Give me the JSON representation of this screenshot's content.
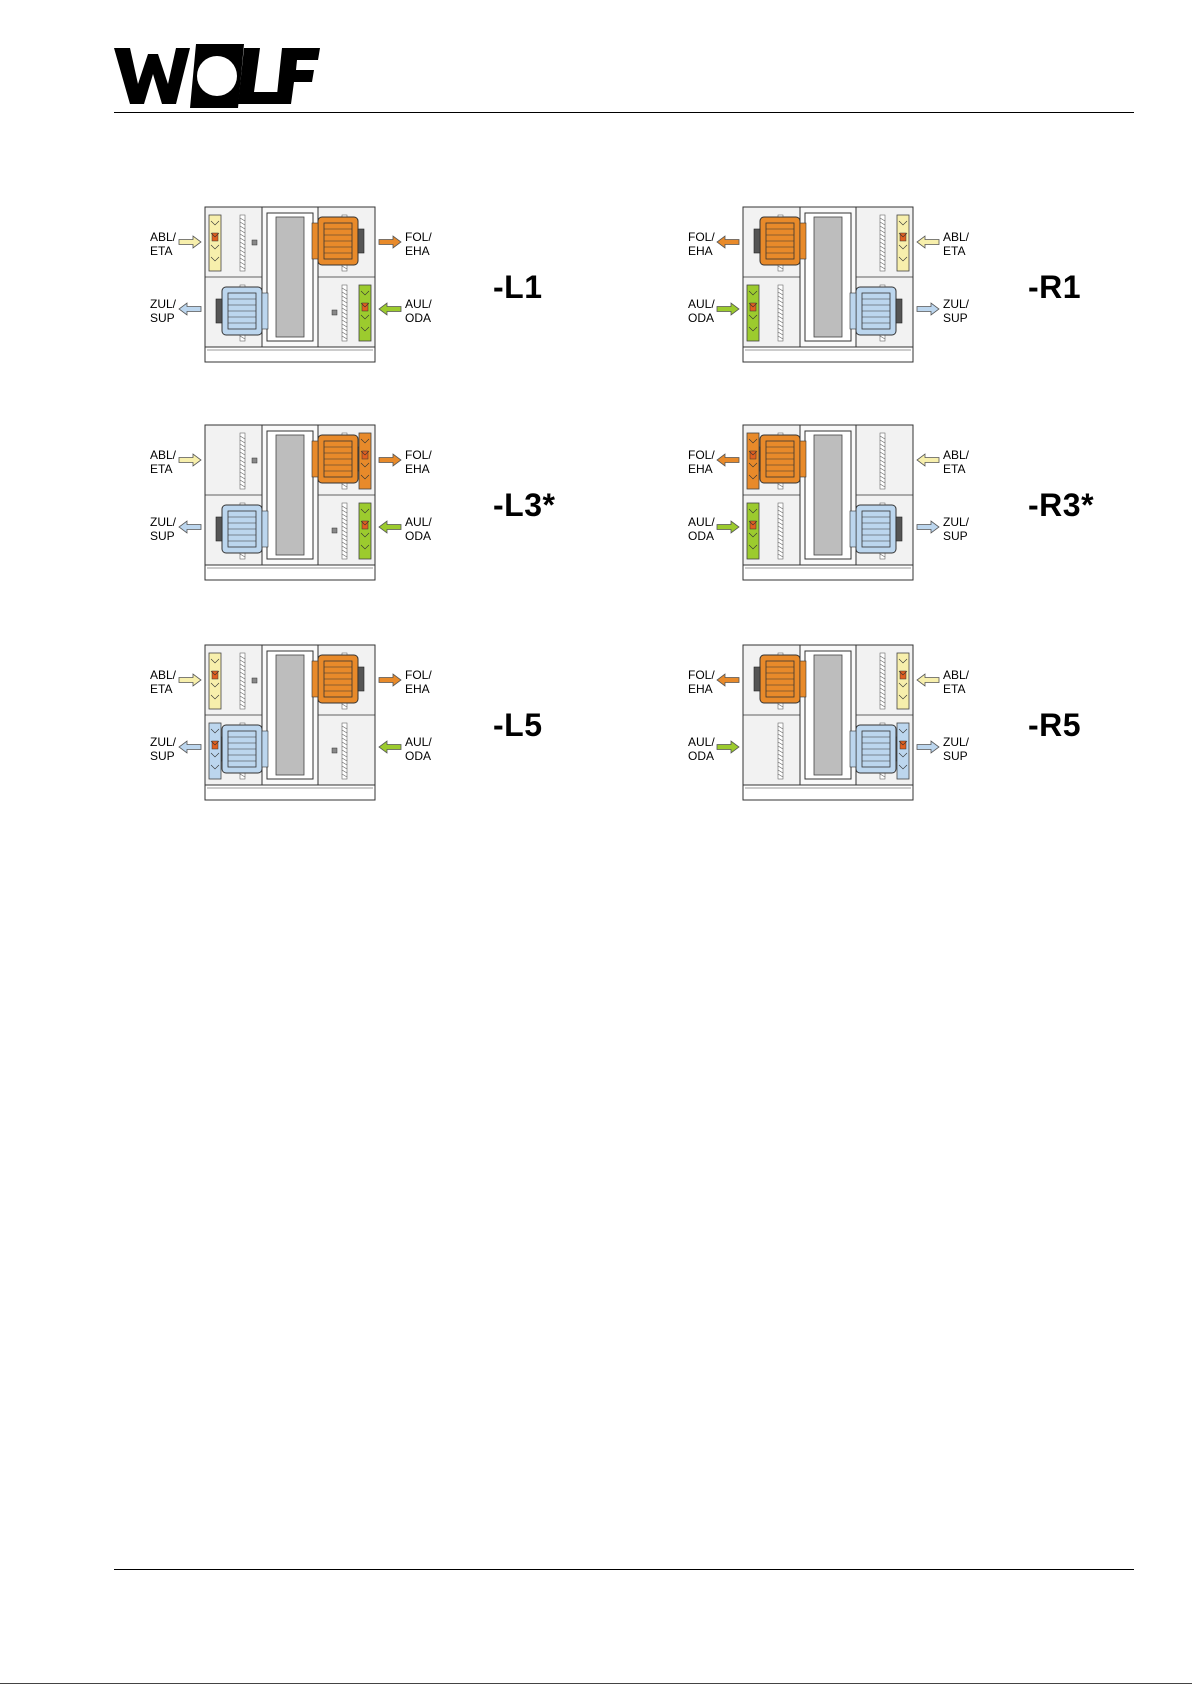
{
  "brand": {
    "name": "WOLF"
  },
  "colors": {
    "eta": "#f7efac",
    "eha": "#e88a2a",
    "oda": "#9ccb2e",
    "sup": "#bcd6ee",
    "housing": "#f2f2f2",
    "panel": "#bdbdbd"
  },
  "variants": [
    {
      "code": "-L1",
      "side": "L",
      "eta_damper": true,
      "eha_damper": false,
      "oda_damper": true,
      "sup_damper": false,
      "labels": {
        "eta": [
          "ABL/",
          "ETA"
        ],
        "eha": [
          "FOL/",
          "EHA"
        ],
        "sup": [
          "ZUL/",
          "SUP"
        ],
        "oda": [
          "AUL/",
          "ODA"
        ]
      }
    },
    {
      "code": "-R1",
      "side": "R",
      "eta_damper": true,
      "eha_damper": false,
      "oda_damper": true,
      "sup_damper": false,
      "labels": {
        "eta": [
          "ABL/",
          "ETA"
        ],
        "eha": [
          "FOL/",
          "EHA"
        ],
        "sup": [
          "ZUL/",
          "SUP"
        ],
        "oda": [
          "AUL/",
          "ODA"
        ]
      }
    },
    {
      "code": "-L3*",
      "side": "L",
      "eta_damper": false,
      "eha_damper": true,
      "oda_damper": true,
      "sup_damper": false,
      "labels": {
        "eta": [
          "ABL/",
          "ETA"
        ],
        "eha": [
          "FOL/",
          "EHA"
        ],
        "sup": [
          "ZUL/",
          "SUP"
        ],
        "oda": [
          "AUL/",
          "ODA"
        ]
      }
    },
    {
      "code": "-R3*",
      "side": "R",
      "eta_damper": false,
      "eha_damper": true,
      "oda_damper": true,
      "sup_damper": false,
      "labels": {
        "eta": [
          "ABL/",
          "ETA"
        ],
        "eha": [
          "FOL/",
          "EHA"
        ],
        "sup": [
          "ZUL/",
          "SUP"
        ],
        "oda": [
          "AUL/",
          "ODA"
        ]
      }
    },
    {
      "code": "-L5",
      "side": "L",
      "eta_damper": true,
      "eha_damper": false,
      "oda_damper": false,
      "sup_damper": true,
      "labels": {
        "eta": [
          "ABL/",
          "ETA"
        ],
        "eha": [
          "FOL/",
          "EHA"
        ],
        "sup": [
          "ZUL/",
          "SUP"
        ],
        "oda": [
          "AUL/",
          "ODA"
        ]
      }
    },
    {
      "code": "-R5",
      "side": "R",
      "eta_damper": true,
      "eha_damper": false,
      "oda_damper": false,
      "sup_damper": true,
      "labels": {
        "eta": [
          "ABL/",
          "ETA"
        ],
        "eha": [
          "FOL/",
          "EHA"
        ],
        "sup": [
          "ZUL/",
          "SUP"
        ],
        "oda": [
          "AUL/",
          "ODA"
        ]
      }
    }
  ]
}
